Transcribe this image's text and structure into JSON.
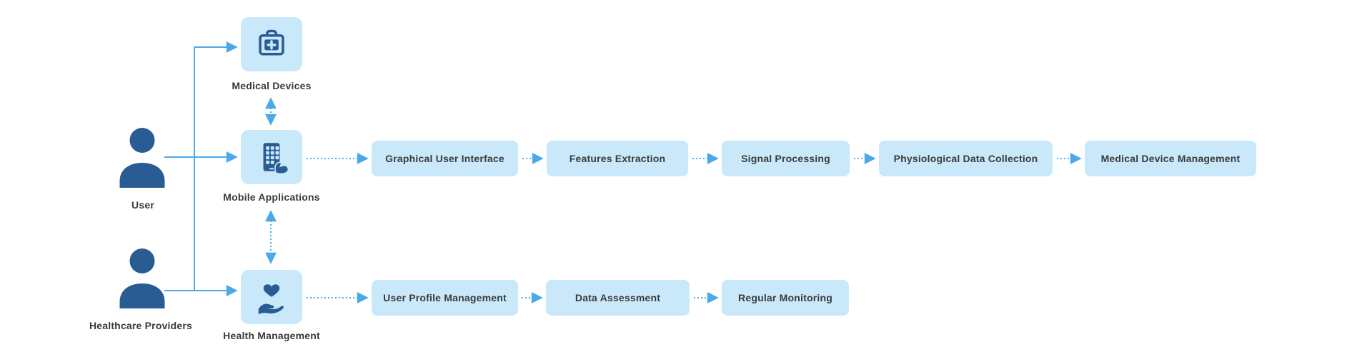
{
  "diagram_title": "Healthcare mobile application system flow",
  "colors": {
    "background": "#ffffff",
    "node_fill": "#c9e9fa",
    "icon_blue": "#2a5c94",
    "arrow_blue": "#4aa9e9",
    "text": "#3a3a3a"
  },
  "actors": [
    {
      "label": "User",
      "icon": "person-icon"
    },
    {
      "label": "Healthcare Providers",
      "icon": "person-icon"
    }
  ],
  "nodes": [
    {
      "label": "Medical Devices",
      "icon": "medical-kit-icon"
    },
    {
      "label": "Mobile Applications",
      "icon": "mobile-phone-hand-icon"
    },
    {
      "label": "Health Management",
      "icon": "heart-in-hand-icon"
    }
  ],
  "flows": [
    {
      "source": "Mobile Applications",
      "steps": [
        "Graphical User Interface",
        "Features Extraction",
        "Signal Processing",
        "Physiological Data Collection",
        "Medical Device Management"
      ]
    },
    {
      "source": "Health Management",
      "steps": [
        "User Profile Management",
        "Data Assessment",
        "Regular Monitoring"
      ]
    }
  ],
  "connections": [
    "User -> Medical Devices",
    "User -> Mobile Applications",
    "Healthcare Providers -> Health Management",
    "Medical Devices <..> Mobile Applications",
    "Mobile Applications <..> Health Management"
  ]
}
